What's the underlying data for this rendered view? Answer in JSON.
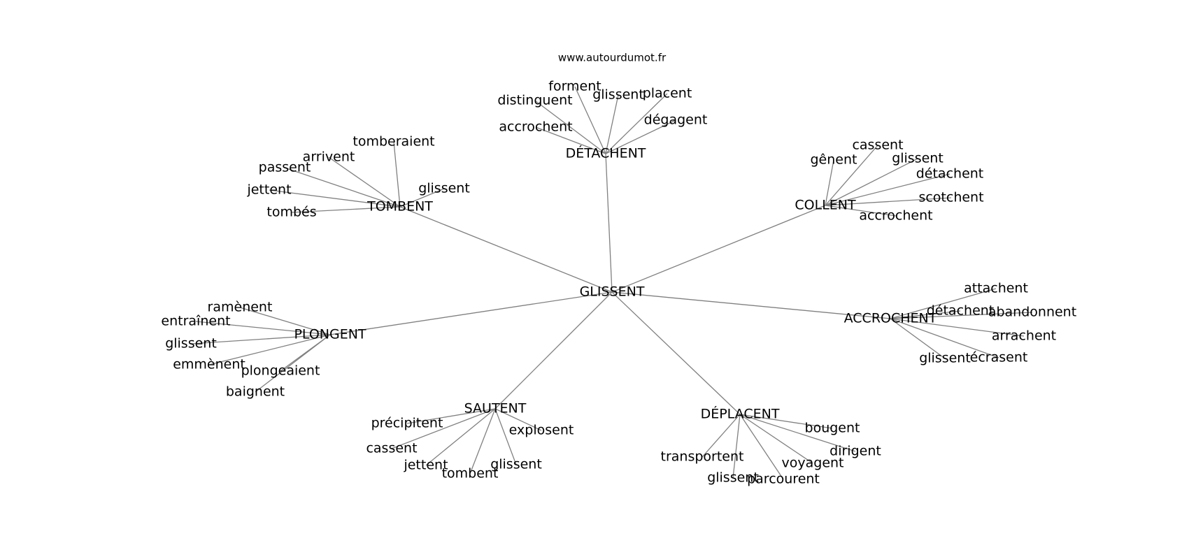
{
  "site": "www.autourdumot.fr",
  "colors": {
    "edge": "#808080",
    "text": "#000000",
    "background": "#ffffff"
  },
  "center": "GLISSENT",
  "clusters": [
    {
      "label": "DÉTACHENT",
      "words": [
        "forment",
        "distinguent",
        "glissent",
        "placent",
        "accrochent",
        "dégagent"
      ]
    },
    {
      "label": "TOMBENT",
      "words": [
        "tomberaient",
        "arrivent",
        "passent",
        "jettent",
        "tombés",
        "glissent"
      ]
    },
    {
      "label": "COLLENT",
      "words": [
        "cassent",
        "gênent",
        "glissent",
        "détachent",
        "scotchent",
        "accrochent"
      ]
    },
    {
      "label": "PLONGENT",
      "words": [
        "ramènent",
        "entraînent",
        "glissent",
        "emmènent",
        "plongeaient",
        "baignent"
      ]
    },
    {
      "label": "ACCROCHENT",
      "words": [
        "attachent",
        "détachent",
        "abandonnent",
        "arrachent",
        "glissent",
        "écrasent"
      ]
    },
    {
      "label": "SAUTENT",
      "words": [
        "précipitent",
        "cassent",
        "jettent",
        "tombent",
        "glissent",
        "explosent"
      ]
    },
    {
      "label": "DÉPLACENT",
      "words": [
        "bougent",
        "dirigent",
        "voyagent",
        "parcourent",
        "glissent",
        "transportent"
      ]
    }
  ]
}
